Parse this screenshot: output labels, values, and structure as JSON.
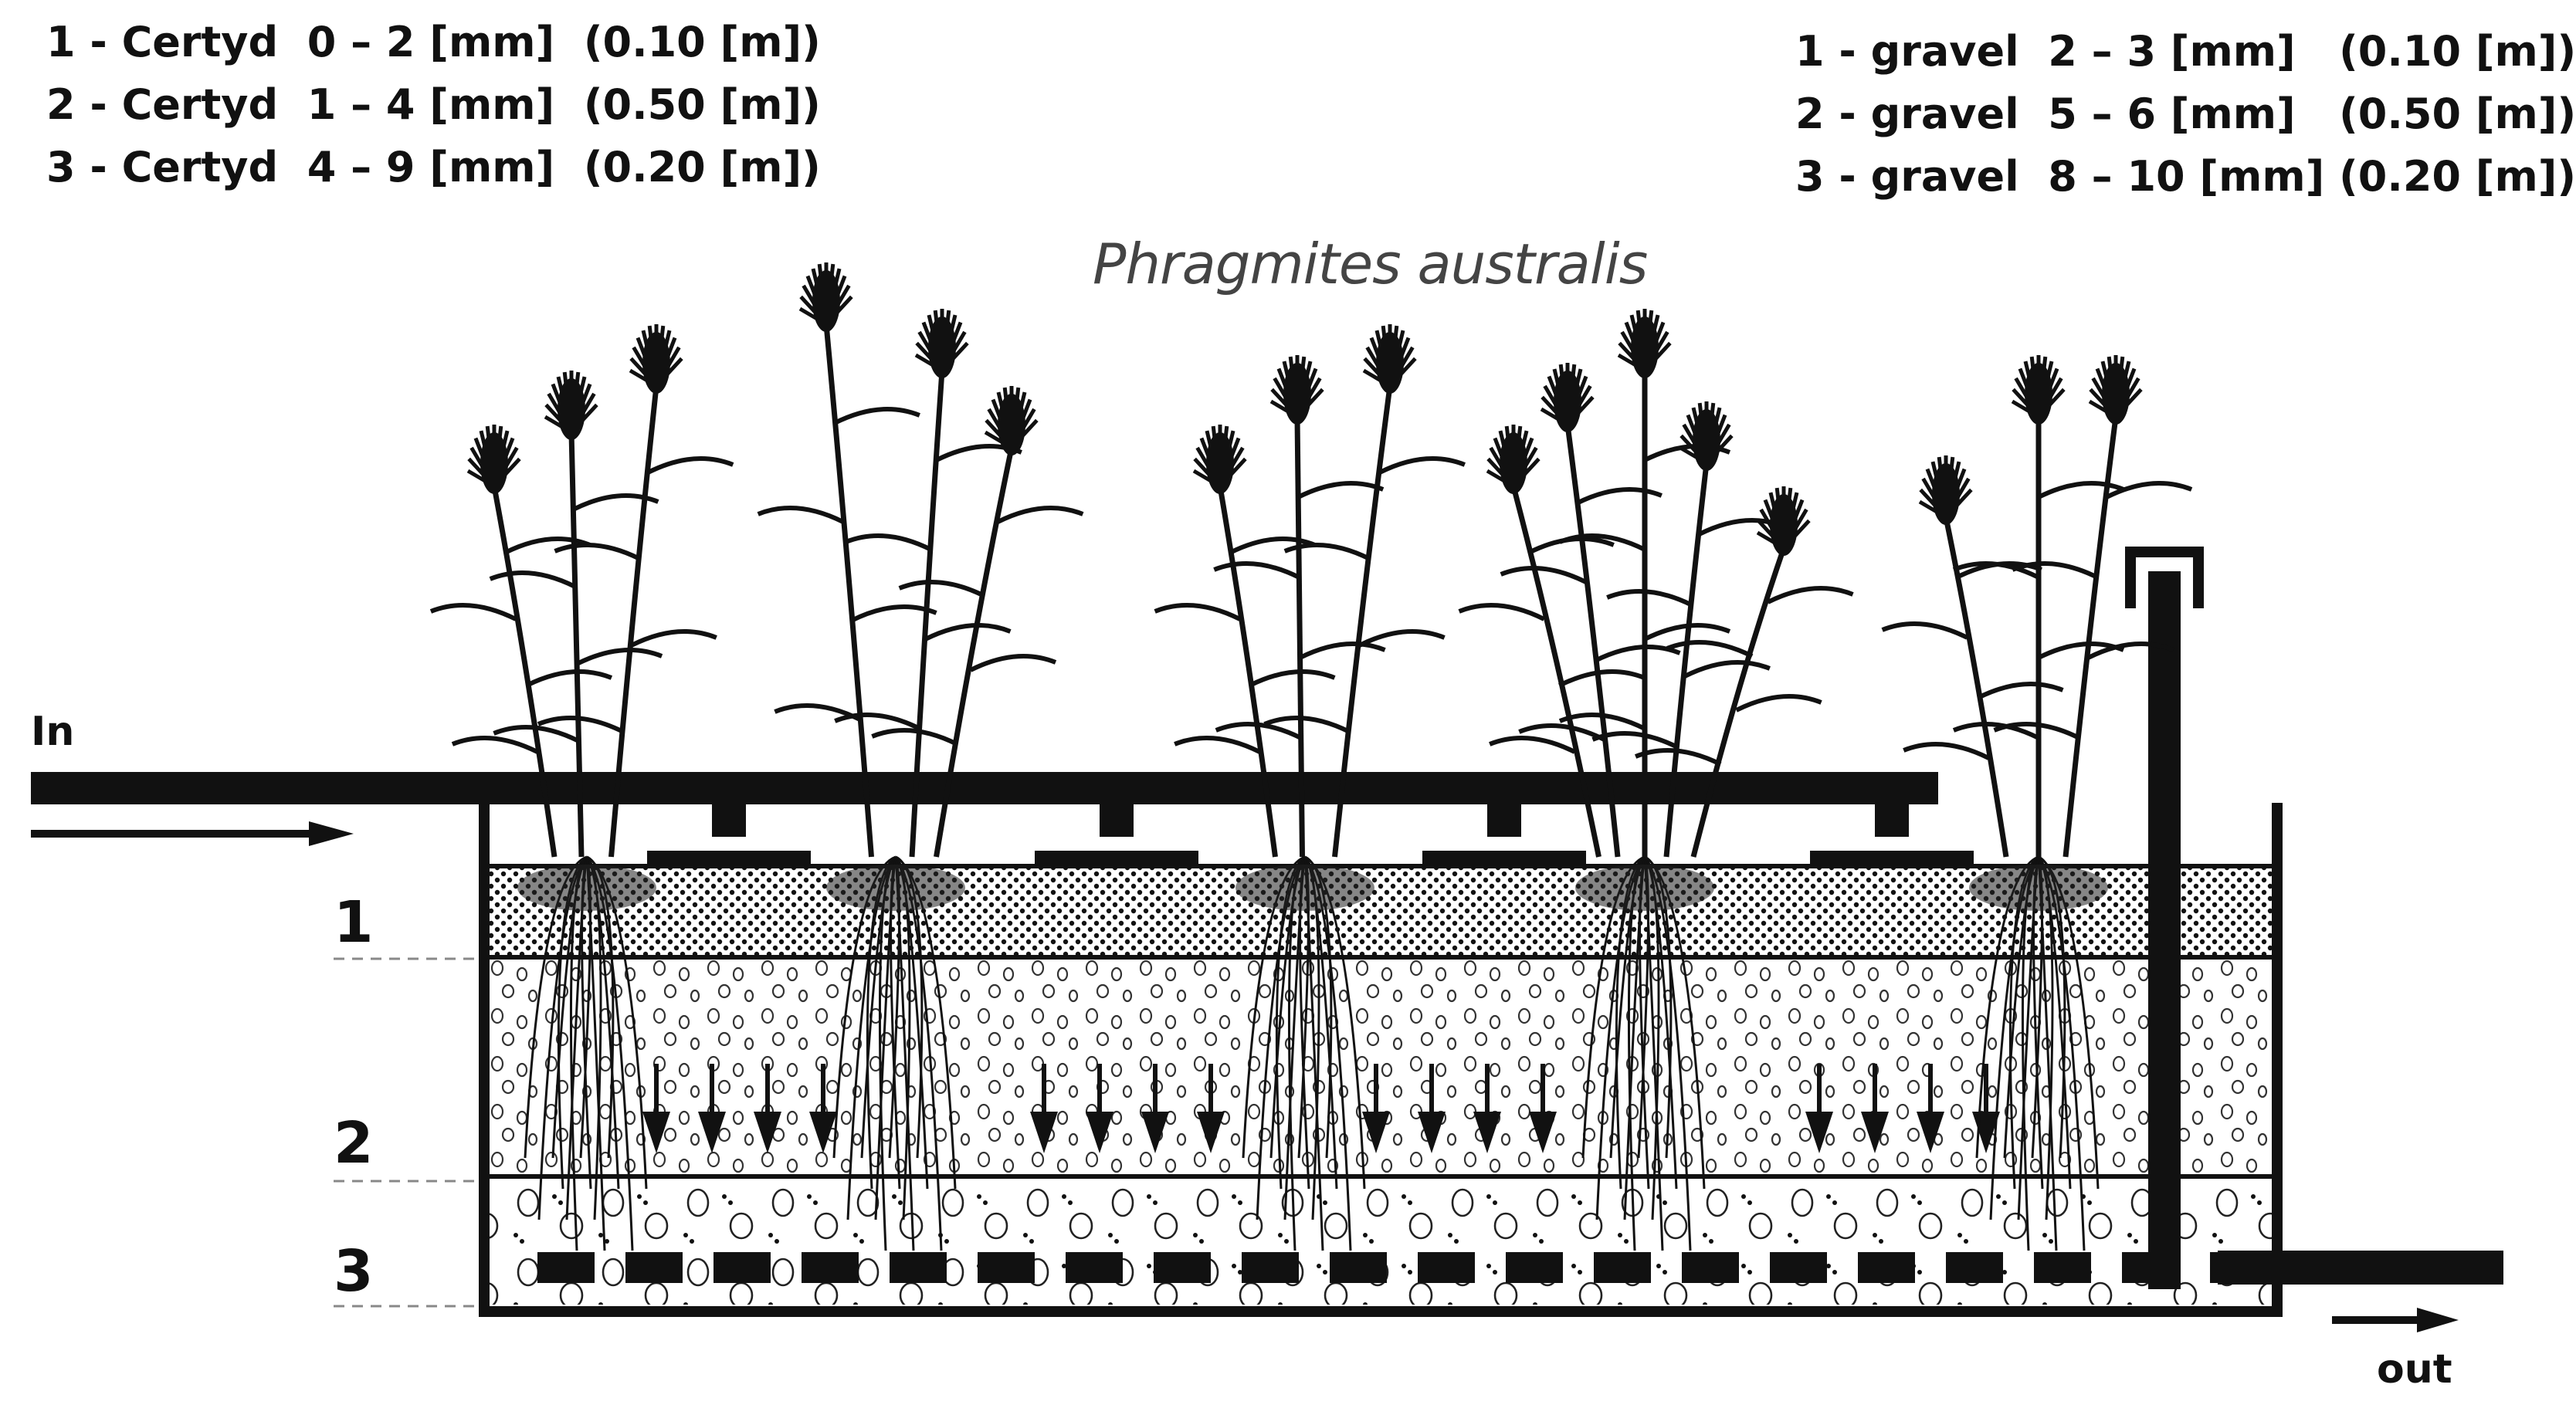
{
  "legend_left": {
    "rows": [
      {
        "num": "1 - Certyd",
        "size": "0 – 2 [mm]",
        "depth": "(0.10 [m])"
      },
      {
        "num": "2 - Certyd",
        "size": "1 – 4 [mm]",
        "depth": "(0.50 [m])"
      },
      {
        "num": "3 - Certyd",
        "size": "4 – 9 [mm]",
        "depth": "(0.20 [m])"
      }
    ]
  },
  "legend_right": {
    "rows": [
      {
        "num": "1 - gravel",
        "size": "2 – 3 [mm]",
        "depth": "(0.10 [m])"
      },
      {
        "num": "2 - gravel",
        "size": "5 – 6 [mm]",
        "depth": "(0.50 [m])"
      },
      {
        "num": "3 - gravel",
        "size": "8 – 10 [mm]",
        "depth": "(0.20 [m])"
      }
    ]
  },
  "plant_label": "Phragmites australis",
  "inlet_label": "In",
  "outlet_label": "out",
  "layers": [
    "1",
    "2",
    "3"
  ],
  "colors": {
    "ink": "#111111",
    "background": "#ffffff",
    "title": "#444444"
  }
}
